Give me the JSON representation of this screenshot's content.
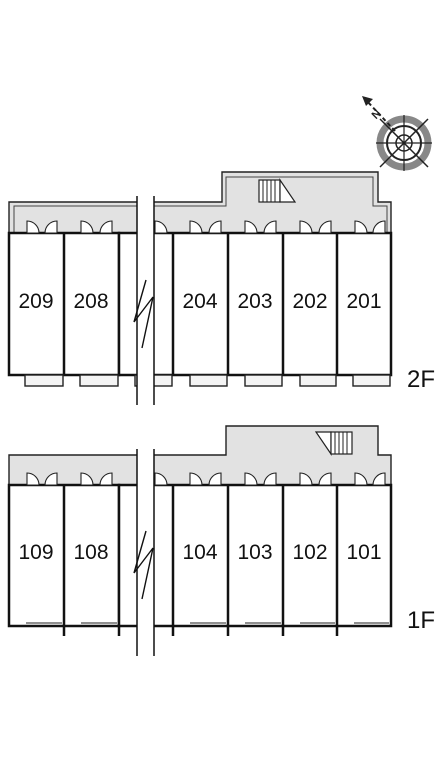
{
  "compass": {
    "letter": "N",
    "icon": "compass-rose-icon"
  },
  "floors": [
    {
      "id": "2f",
      "label": "2F",
      "units": [
        "209",
        "208",
        "204",
        "203",
        "202",
        "201"
      ]
    },
    {
      "id": "1f",
      "label": "1F",
      "units": [
        "109",
        "108",
        "104",
        "103",
        "102",
        "101"
      ]
    }
  ],
  "colors": {
    "corridor": "#e2e2e2",
    "wall": "#111111",
    "balcony": "#f4f4f4"
  }
}
